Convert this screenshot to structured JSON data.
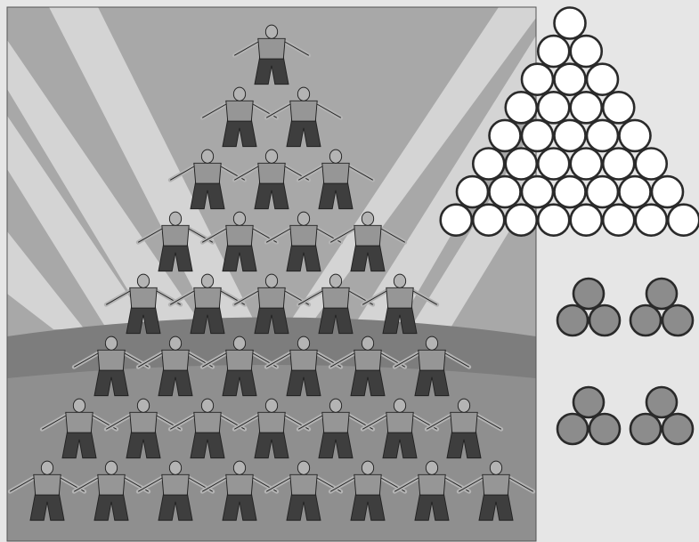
{
  "illustration": {
    "pyramid_rows": [
      1,
      2,
      3,
      4,
      5,
      6,
      7,
      8
    ],
    "colors": {
      "background": "#e6e6e6",
      "panel_sky": "#a8a8a8",
      "panel_beam": "#dcdcdc",
      "panel_ground": "#7d7d7d",
      "panel_floor": "#8f8f8f",
      "person_shirt": "#969696",
      "person_pants": "#3e3e3e",
      "person_skin": "#b4b4b4",
      "outline": "#222222"
    }
  },
  "triangle_diagram": {
    "rows": [
      1,
      2,
      3,
      4,
      5,
      6,
      7,
      8
    ],
    "fill": "#ffffff",
    "stroke": "#2a2a2a"
  },
  "small_groups": {
    "count": 4,
    "circles_per_group": 3,
    "fill": "#8c8c8c",
    "stroke": "#2a2a2a"
  }
}
